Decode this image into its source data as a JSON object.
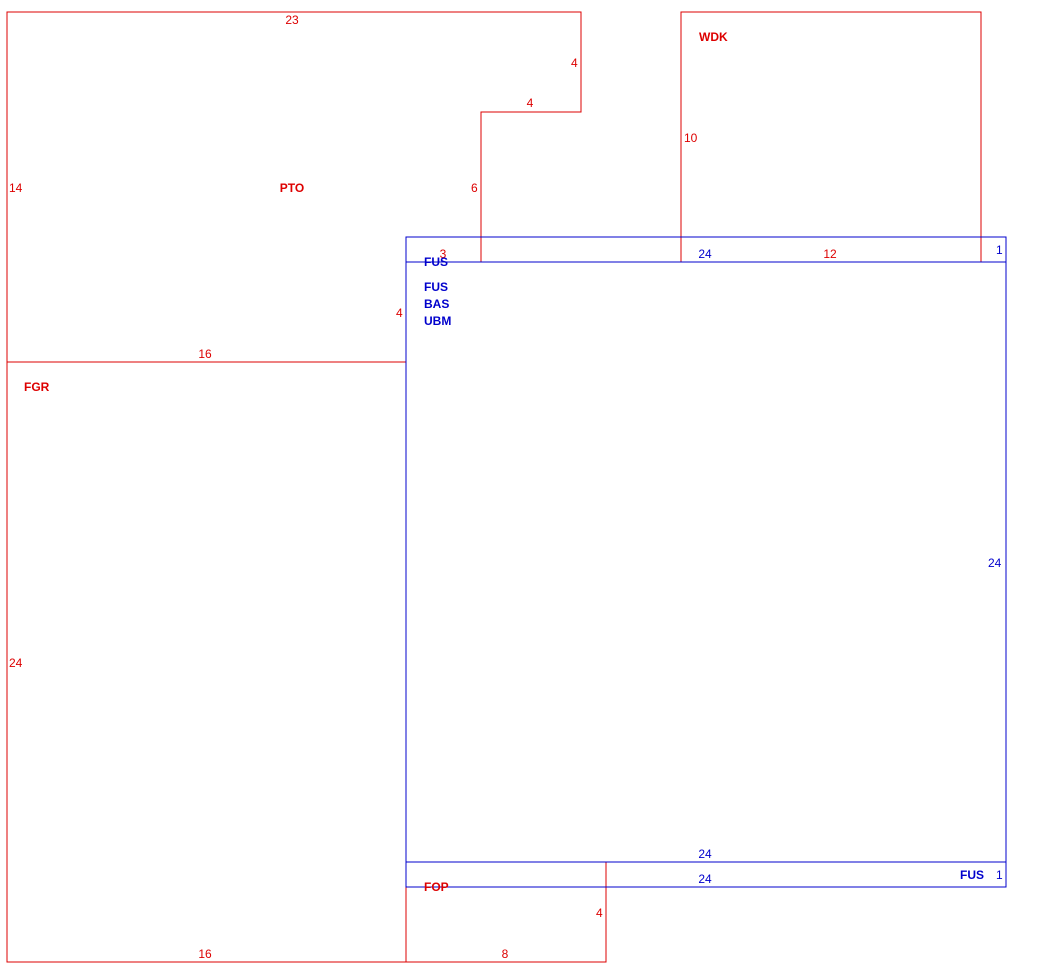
{
  "colors": {
    "area_a": "#dd0000",
    "area_b": "#0000cc"
  },
  "areas": [
    {
      "id": "pto",
      "color_key": "area_a",
      "codes": [
        "PTO"
      ],
      "dimensions": [
        "23",
        "4",
        "4",
        "6",
        "14"
      ]
    },
    {
      "id": "wdk",
      "color_key": "area_a",
      "codes": [
        "WDK"
      ],
      "dimensions": [
        "10",
        "12"
      ]
    },
    {
      "id": "fgr",
      "color_key": "area_a",
      "codes": [
        "FGR"
      ],
      "dimensions": [
        "16",
        "24",
        "16"
      ]
    },
    {
      "id": "fop",
      "color_key": "area_a",
      "codes": [
        "FOP"
      ],
      "dimensions": [
        "4",
        "8"
      ]
    },
    {
      "id": "fus-top-strip",
      "color_key": "area_b",
      "codes": [
        "FUS"
      ],
      "dimensions": [
        "3",
        "24",
        "1"
      ]
    },
    {
      "id": "main-block",
      "color_key": "area_b",
      "codes": [
        "FUS",
        "BAS",
        "UBM"
      ],
      "dimensions": [
        "4",
        "24",
        "24"
      ]
    },
    {
      "id": "fus-bottom-strip",
      "color_key": "area_b",
      "codes": [
        "FUS"
      ],
      "dimensions": [
        "24",
        "1"
      ]
    }
  ]
}
